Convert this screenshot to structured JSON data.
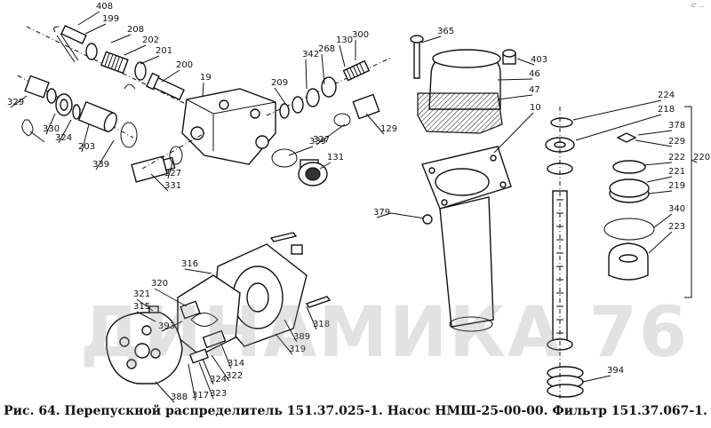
{
  "caption": "Рис. 64. Перепускной распределитель 151.37.025-1. Насос НМШ-25-00-00. Фильтр 151.37.067-1.",
  "watermark": "ДИНАМИКА 76",
  "corner_mark": "с' ...",
  "labels": [
    "408",
    "199",
    "208",
    "202",
    "201",
    "200",
    "19",
    "329",
    "330",
    "324",
    "203",
    "339",
    "327",
    "331",
    "209",
    "342",
    "268",
    "130",
    "300",
    "339",
    "131",
    "327",
    "129",
    "365",
    "403",
    "46",
    "47",
    "10",
    "224",
    "218",
    "378",
    "229",
    "222",
    "221",
    "219",
    "340",
    "223",
    "220",
    "379",
    "316",
    "320",
    "321",
    "315",
    "393",
    "314",
    "322",
    "324",
    "323",
    "319",
    "318",
    "389",
    "388",
    "317",
    "394",
    "226"
  ]
}
